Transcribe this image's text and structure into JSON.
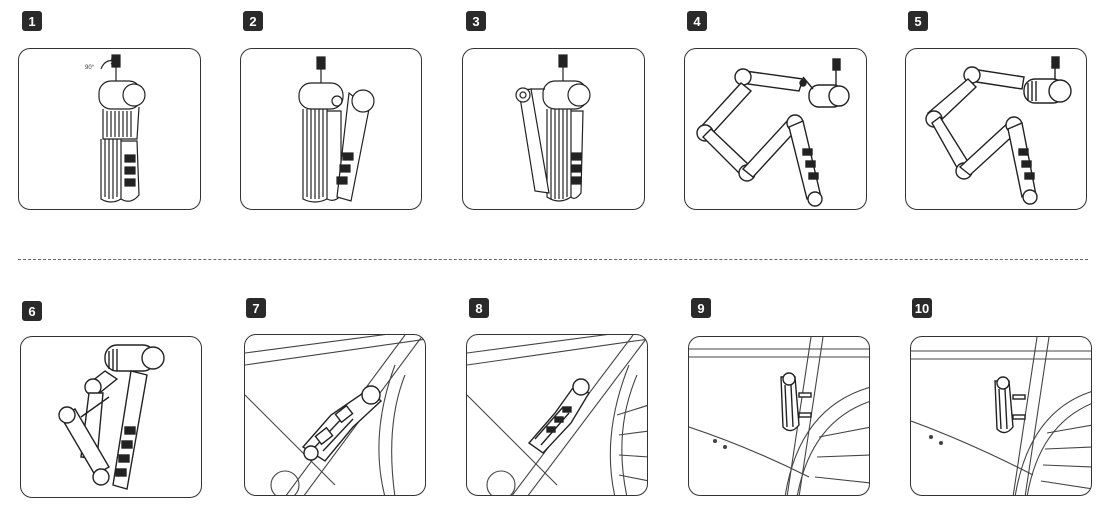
{
  "steps": [
    {
      "number": "1",
      "angle_label": "90°"
    },
    {
      "number": "2"
    },
    {
      "number": "3"
    },
    {
      "number": "4"
    },
    {
      "number": "5"
    },
    {
      "number": "6"
    },
    {
      "number": "7"
    },
    {
      "number": "8"
    },
    {
      "number": "9"
    },
    {
      "number": "10"
    }
  ]
}
